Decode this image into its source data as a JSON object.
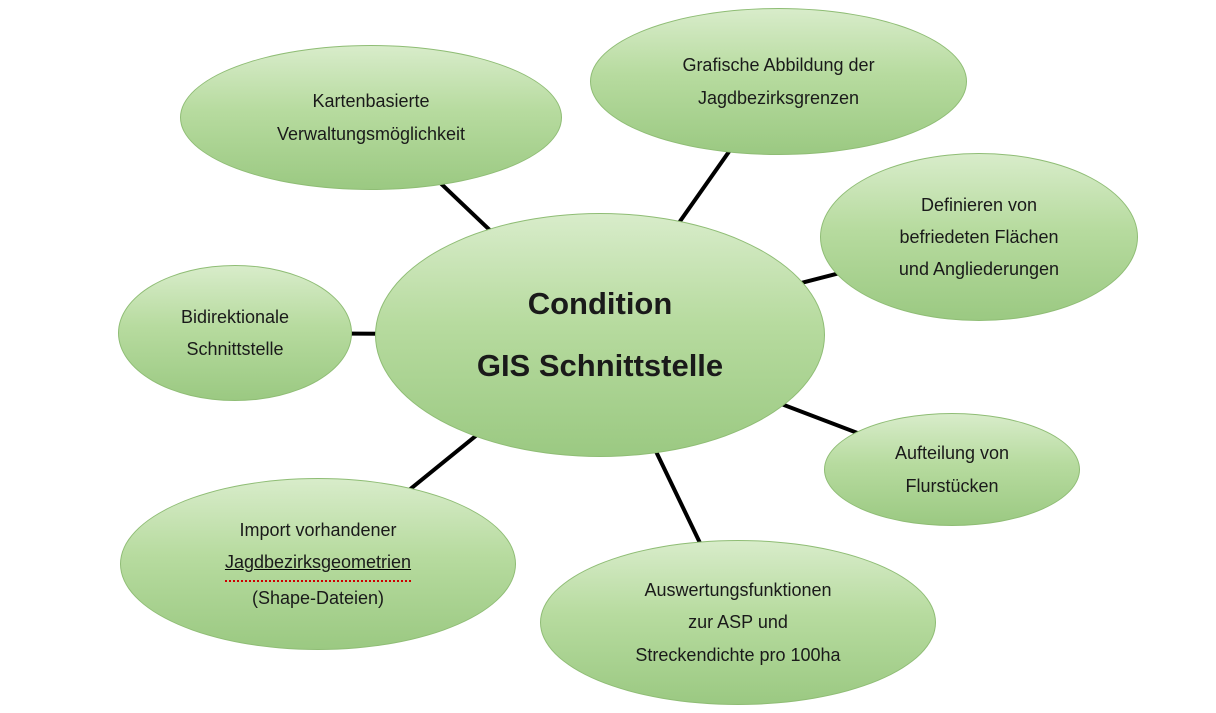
{
  "diagram_title": "GIS Schnittstelle",
  "colors": {
    "node_fill_top": "#d8ecca",
    "node_fill_bottom": "#9bc982",
    "node_border": "#8fbd75",
    "connector": "#000000",
    "text": "#1a1a1a",
    "spellcheck_underline": "#cc0000"
  },
  "center": {
    "lines": [
      "Condition",
      "GIS Schnittstelle"
    ]
  },
  "nodes": [
    {
      "id": "kartenbasierte-verwaltung",
      "lines": [
        "Kartenbasierte",
        "Verwaltungsmöglichkeit"
      ]
    },
    {
      "id": "grafische-abbildung",
      "lines": [
        "Grafische Abbildung der",
        "Jagdbezirksgrenzen"
      ]
    },
    {
      "id": "definieren-befriedete-flaechen",
      "lines": [
        "Definieren von",
        "befriedeten Flächen",
        "und Angliederungen"
      ]
    },
    {
      "id": "bidirektionale-schnittstelle",
      "lines": [
        "Bidirektionale",
        "Schnittstelle"
      ]
    },
    {
      "id": "aufteilung-flurstuecke",
      "lines": [
        "Aufteilung von",
        "Flurstücken"
      ]
    },
    {
      "id": "import-jagdbezirksgeometrien",
      "lines": [
        "Import vorhandener",
        "Jagdbezirksgeometrien",
        "(Shape-Dateien)"
      ]
    },
    {
      "id": "auswertungsfunktionen",
      "lines": [
        "Auswertungsfunktionen",
        "zur ASP und",
        "Streckendichte pro 100ha"
      ]
    }
  ]
}
